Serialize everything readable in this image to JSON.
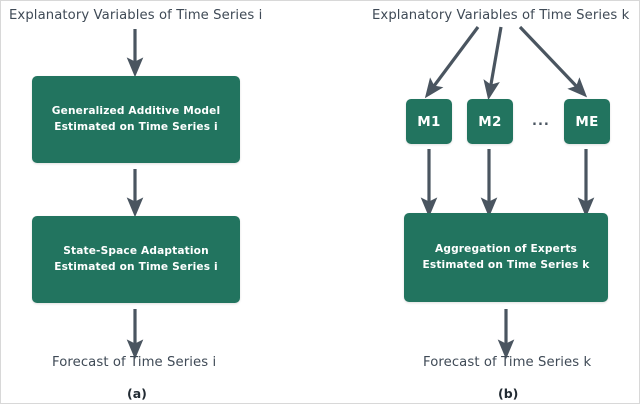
{
  "figure": {
    "background_color": "#ffffff",
    "box_color": "#22745f",
    "arrow_color": "#4a5560",
    "text_color": "#3f4a56",
    "box_text_color": "#ffffff"
  },
  "panel_a": {
    "caption": "(a)",
    "input_label": "Explanatory Variables of Time Series i",
    "output_label": "Forecast of Time Series i",
    "boxes": [
      {
        "name": "gam-box",
        "line1": "Generalized Additive Model",
        "line2": "Estimated on Time Series i"
      },
      {
        "name": "state-space-box",
        "line1": "State-Space Adaptation",
        "line2": "Estimated on Time Series i"
      }
    ],
    "arrows": [
      {
        "name": "arrow-input-to-gam",
        "kind": "vertical-down"
      },
      {
        "name": "arrow-gam-to-state-space",
        "kind": "vertical-down"
      },
      {
        "name": "arrow-state-space-to-forecast",
        "kind": "vertical-down"
      }
    ]
  },
  "panel_b": {
    "caption": "(b)",
    "input_label": "Explanatory Variables of Time Series k",
    "output_label": "Forecast of Time Series k",
    "experts": [
      {
        "name": "expert-box-m1",
        "label": "M1"
      },
      {
        "name": "expert-box-m2",
        "label": "M2"
      },
      {
        "name": "expert-ellipsis",
        "label": "..."
      },
      {
        "name": "expert-box-me",
        "label": "ME"
      }
    ],
    "aggregation_box": {
      "name": "aggregation-box",
      "line1": "Aggregation of Experts",
      "line2": "Estimated on Time Series k"
    },
    "arrows": [
      {
        "name": "arrow-input-to-m1",
        "kind": "diagonal-down-left"
      },
      {
        "name": "arrow-input-to-m2",
        "kind": "diagonal-down"
      },
      {
        "name": "arrow-input-to-me",
        "kind": "diagonal-down-right"
      },
      {
        "name": "arrow-m1-to-aggregation",
        "kind": "vertical-down"
      },
      {
        "name": "arrow-m2-to-aggregation",
        "kind": "vertical-down"
      },
      {
        "name": "arrow-me-to-aggregation",
        "kind": "vertical-down"
      },
      {
        "name": "arrow-aggregation-to-forecast",
        "kind": "vertical-down"
      }
    ]
  }
}
